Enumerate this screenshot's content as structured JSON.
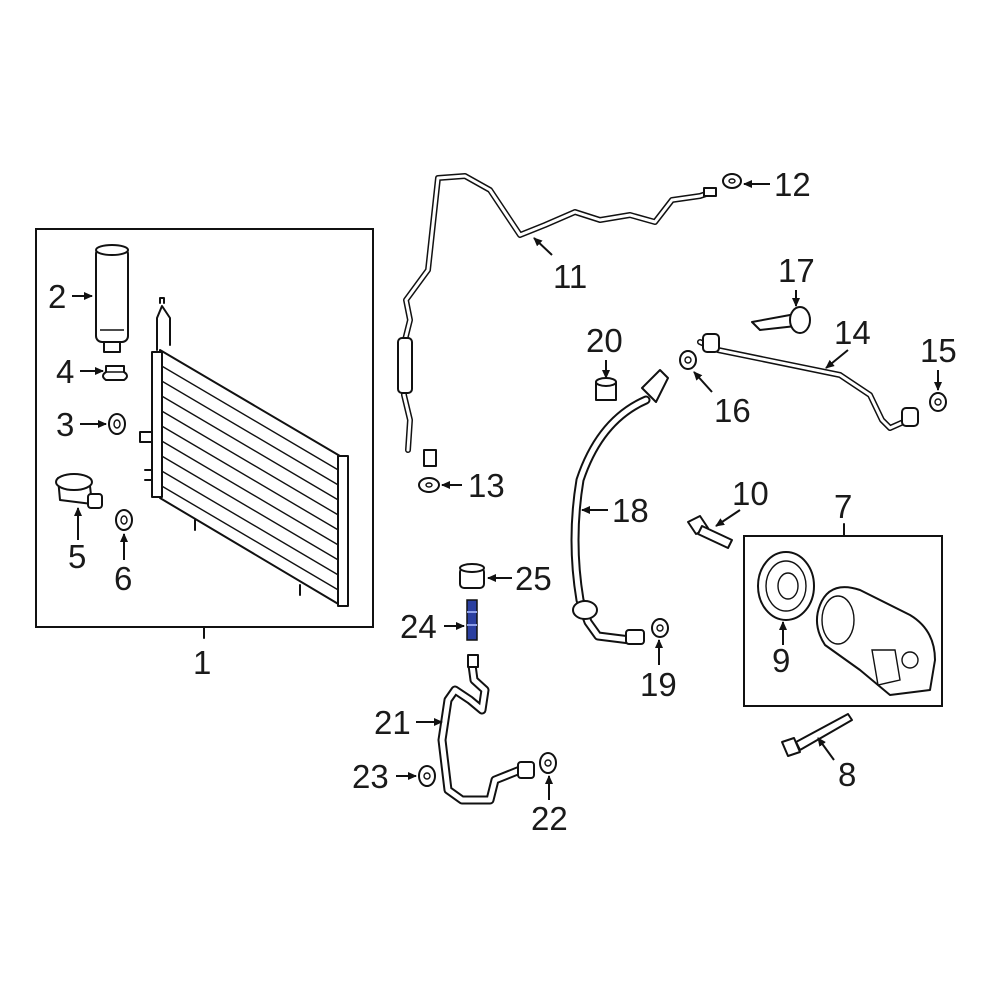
{
  "colors": {
    "line": "#111111",
    "background": "#ffffff",
    "highlight": "#2b3fa0"
  },
  "callouts": [
    {
      "id": "1",
      "label": "1"
    },
    {
      "id": "2",
      "label": "2"
    },
    {
      "id": "3",
      "label": "3"
    },
    {
      "id": "4",
      "label": "4"
    },
    {
      "id": "5",
      "label": "5"
    },
    {
      "id": "6",
      "label": "6"
    },
    {
      "id": "7",
      "label": "7"
    },
    {
      "id": "8",
      "label": "8"
    },
    {
      "id": "9",
      "label": "9"
    },
    {
      "id": "10",
      "label": "10"
    },
    {
      "id": "11",
      "label": "11"
    },
    {
      "id": "12",
      "label": "12"
    },
    {
      "id": "13",
      "label": "13"
    },
    {
      "id": "14",
      "label": "14"
    },
    {
      "id": "15",
      "label": "15"
    },
    {
      "id": "16",
      "label": "16"
    },
    {
      "id": "17",
      "label": "17"
    },
    {
      "id": "18",
      "label": "18"
    },
    {
      "id": "19",
      "label": "19"
    },
    {
      "id": "20",
      "label": "20"
    },
    {
      "id": "21",
      "label": "21"
    },
    {
      "id": "22",
      "label": "22"
    },
    {
      "id": "23",
      "label": "23"
    },
    {
      "id": "24",
      "label": "24"
    },
    {
      "id": "25",
      "label": "25"
    }
  ],
  "highlighted_part": "24"
}
